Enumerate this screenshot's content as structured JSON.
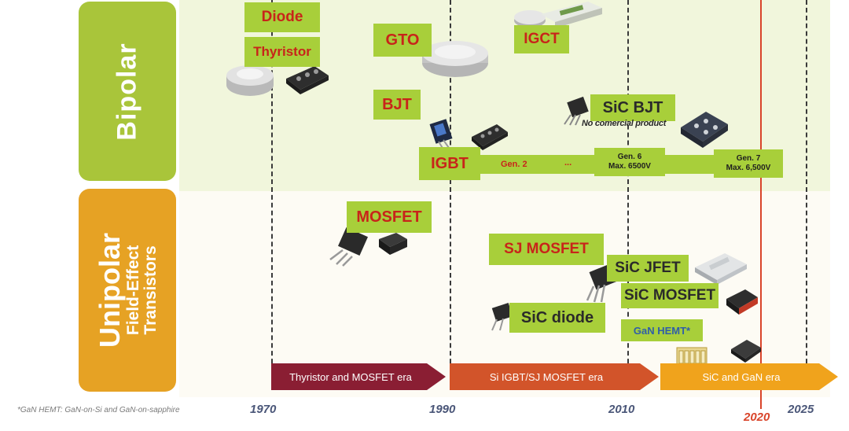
{
  "side_labels": {
    "bipolar": "Bipolar",
    "unipolar": "Unipolar",
    "unipolar_sub1": "Field-Effect",
    "unipolar_sub2": "Transistors"
  },
  "devices": {
    "diode": "Diode",
    "thyristor": "Thyristor",
    "gto": "GTO",
    "igct": "IGCT",
    "bjt": "BJT",
    "sic_bjt": "SiC BJT",
    "sic_bjt_note": "No comercial product",
    "igbt": "IGBT",
    "mosfet": "MOSFET",
    "sj_mosfet": "SJ MOSFET",
    "sic_jfet": "SiC JFET",
    "sic_mosfet": "SiC MOSFET",
    "sic_diode": "SiC diode",
    "gan_hemt": "GaN HEMT*"
  },
  "igbt_generations": {
    "gen2": "Gen. 2",
    "ellipsis": "...",
    "gen6_line1": "Gen. 6",
    "gen6_line2": "Max. 6500V",
    "gen7_line1": "Gen. 7",
    "gen7_line2": "Max. 6,500V"
  },
  "eras": [
    {
      "label": "Thyristor and MOSFET era",
      "color": "#8a1e33"
    },
    {
      "label": "Si IGBT/SJ MOSFET era",
      "color": "#d2542a"
    },
    {
      "label": "SiC and GaN era",
      "color": "#f0a31c"
    }
  ],
  "years": [
    "1970",
    "1990",
    "2010",
    "2020",
    "2025"
  ],
  "highlight_year_color": "#d9442a",
  "footnote": "*GaN HEMT: GaN-on-Si and GaN-on-sapphire"
}
